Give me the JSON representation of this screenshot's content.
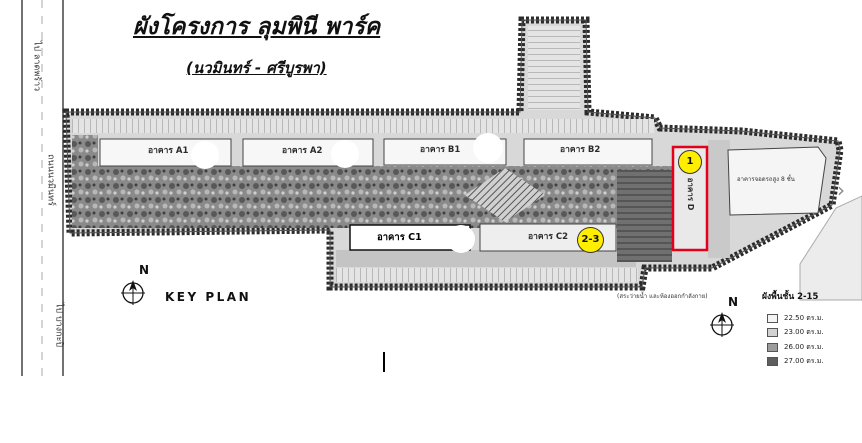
{
  "title": "ผังโครงการ ลุมพินี พาร์ค",
  "subtitle": "(นวมินทร์ - ศรีบูรพา)",
  "road": {
    "direction_top": "ไป ลาดพร้าว",
    "label": "ถนนนวมินทร์",
    "direction_bottom": "ไป บางกะปิ"
  },
  "buildings": {
    "a1": "อาคาร A1",
    "a2": "อาคาร A2",
    "b1": "อาคาร B1",
    "b2": "อาคาร B2",
    "c1": "อาคาร C1",
    "c2": "อาคาร C2",
    "d": "อาคาร D",
    "parking": "อาคารจอดรถสูง 8 ชั้น"
  },
  "markers": {
    "m1": "1",
    "m2": "2-3"
  },
  "colors": {
    "marker": "#ffee00",
    "highlight": "#e3001b"
  },
  "key_plan": "KEY PLAN",
  "north": "N",
  "note": "(สระว่ายน้ำ และห้องออกกำลังกาย)",
  "legend": {
    "title": "ผังพื้นชั้น 2-15",
    "items": [
      {
        "label": "22.50 ตร.ม.",
        "color": "#f4f4f4"
      },
      {
        "label": "23.00 ตร.ม.",
        "color": "#d2d2d2"
      },
      {
        "label": "26.00 ตร.ม.",
        "color": "#9c9c9c"
      },
      {
        "label": "27.00 ตร.ม.",
        "color": "#5e5e5e"
      }
    ]
  },
  "icons": {
    "north_arrow": "north-arrow-icon",
    "next": "chevron-right-icon",
    "next_glyph": "›"
  }
}
